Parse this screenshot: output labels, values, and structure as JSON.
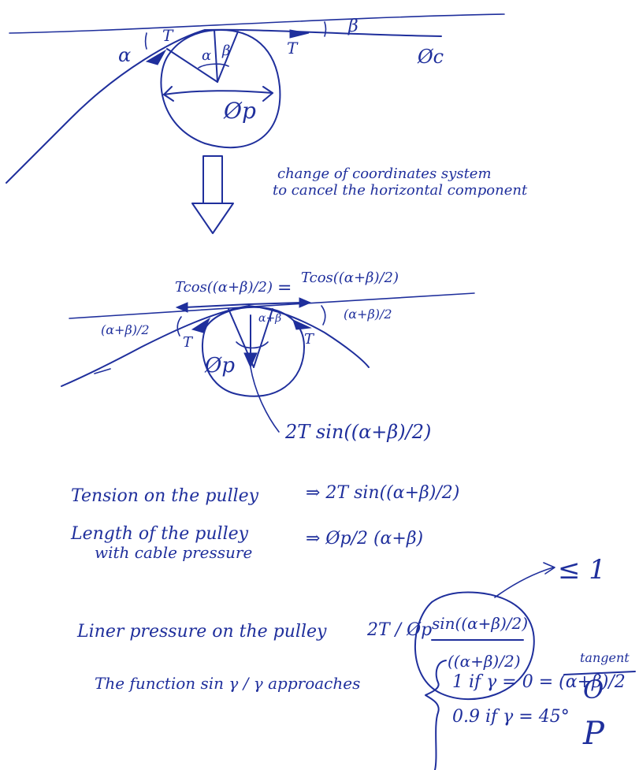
{
  "diagram1": {
    "label_alpha_outer": "α",
    "label_T_left": "T",
    "label_alpha_inner": "α",
    "label_beta_inner": "β",
    "label_T_right": "T",
    "label_beta_outer": "β",
    "label_cable_dia": "Øc",
    "label_pulley_dia": "Øp"
  },
  "transition": {
    "note_line1": "change of coordinates system",
    "note_line2": "to cancel the horizontal component"
  },
  "diagram2": {
    "eq_left": "Tcos((α+β)/2)",
    "eq_sign": "=",
    "eq_right": "Tcos((α+β)/2)",
    "angle_left": "(α+β)/2",
    "angle_right": "(α+β)/2",
    "angle_center": "α+β",
    "label_T_left": "T",
    "label_T_right": "T",
    "label_pulley_dia": "Øp",
    "resultant": "2T sin((α+β)/2)"
  },
  "results": {
    "tension_label": "Tension on the pulley",
    "tension_value": "⇒ 2T sin((α+β)/2)",
    "length_label_line1": "Length of the pulley",
    "length_label_line2": "with cable pressure",
    "length_value": "⇒ Øp/2 (α+β)",
    "pressure_label": "Liner pressure on the pulley",
    "pressure_prefix": "2T / Øp",
    "pressure_frac_num": "sin((α+β)/2)",
    "pressure_frac_den": "((α+β)/2)",
    "bound": "≤ 1",
    "function_label": "The function  sin γ / γ  approaches",
    "case1": "1  if  γ = 0 = (α+β)/2",
    "case2": "0.9  if  γ = 45°",
    "side_label": "tangent",
    "side_sym1": "O",
    "side_sym2": "P"
  }
}
